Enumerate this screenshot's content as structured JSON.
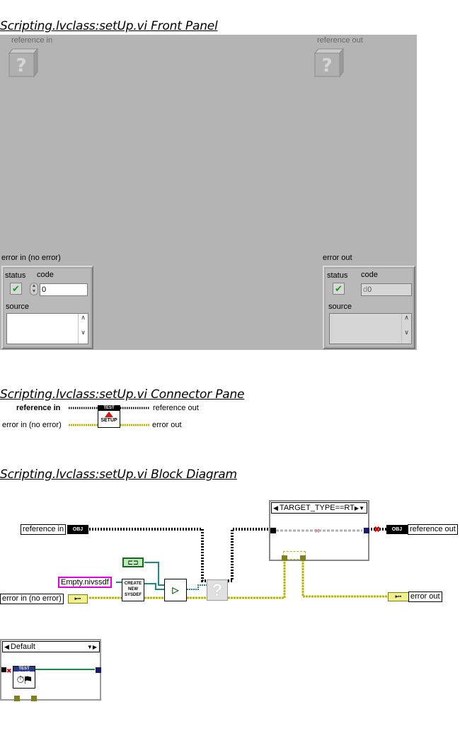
{
  "headings": {
    "front_panel": "Scripting.lvclass:setUp.vi Front Panel",
    "connector_pane": "Scripting.lvclass:setUp.vi Connector Pane",
    "block_diagram": "Scripting.lvclass:setUp.vi Block Diagram"
  },
  "front_panel": {
    "reference_in_label": "reference in",
    "reference_out_label": "reference out",
    "error_in": {
      "title": "error in (no error)",
      "status_label": "status",
      "code_label": "code",
      "code_value": "0",
      "source_label": "source",
      "status_icon": "check-icon"
    },
    "error_out": {
      "title": "error out",
      "status_label": "status",
      "code_label": "code",
      "code_prefix": "d",
      "code_value": "0",
      "source_label": "source",
      "status_icon": "check-icon"
    }
  },
  "connector_pane": {
    "reference_in": "reference in",
    "reference_out": "reference out",
    "error_in": "error in (no error)",
    "error_out": "error out",
    "icon_top": "TEST",
    "icon_bottom": "SETUP"
  },
  "block_diagram": {
    "reference_in": "reference in",
    "reference_out": "reference out",
    "error_in": "error in (no error)",
    "error_out": "error out",
    "path_constant": "Empty.nivssdf",
    "create_node_label": "CREATE NEW SYSDEF",
    "case_selector": "TARGET_TYPE==RT",
    "default_case_selector": "Default",
    "test_case_label": "TEST CASE",
    "obj_term": "OBJ",
    "colors": {
      "error_wire": "#b8b800",
      "ref_wire": "#000000",
      "path_wire": "#1a8a8a",
      "path_constant_border": "#e000e0"
    }
  }
}
